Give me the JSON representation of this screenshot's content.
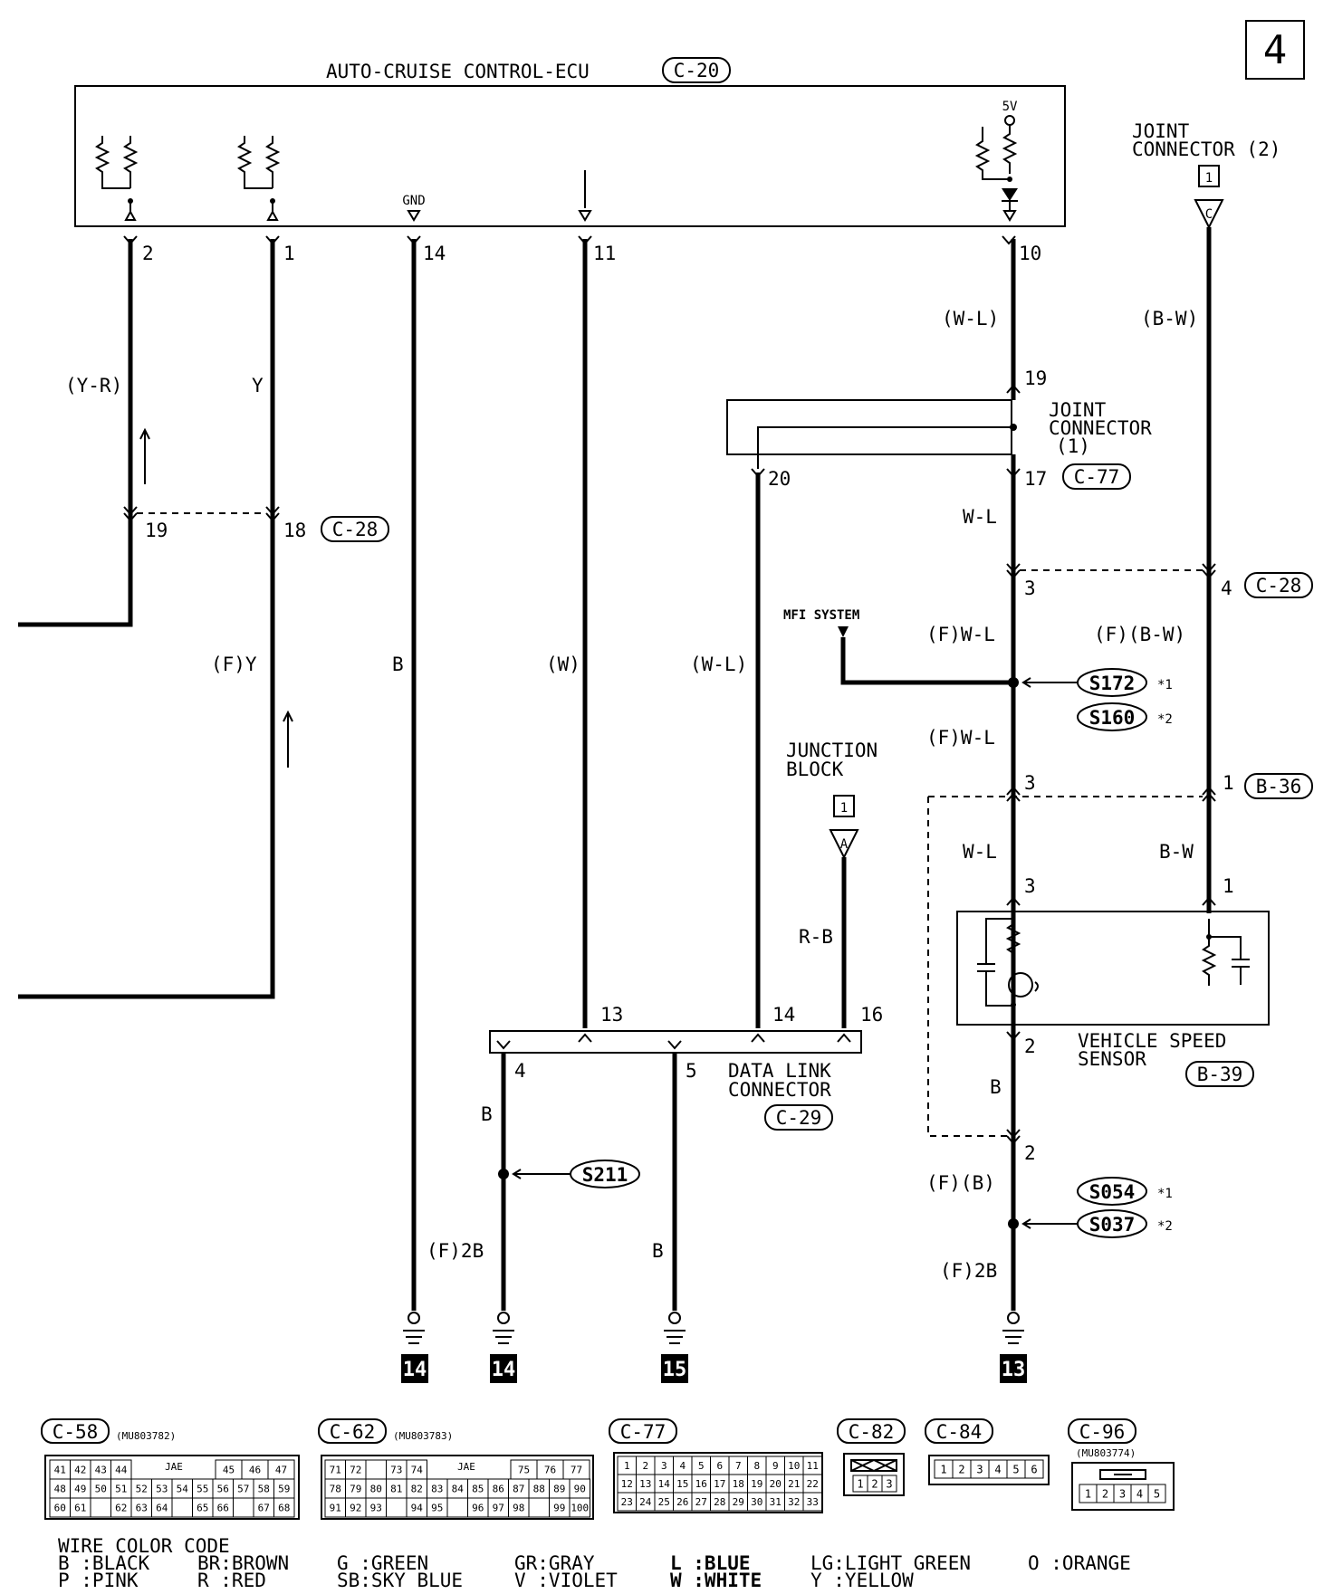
{
  "page_number": "4",
  "ecu": {
    "title": "AUTO-CRUISE CONTROL-ECU",
    "code": "C-20",
    "gnd": "GND",
    "v5": "5V"
  },
  "joint2": {
    "line1": "JOINT",
    "line2": "CONNECTOR (2)",
    "num": "1",
    "letter": "C"
  },
  "joint1": {
    "line1": "JOINT",
    "line2": "CONNECTOR",
    "line3": "(1)",
    "code": "C-77"
  },
  "junction": {
    "line1": "JUNCTION",
    "line2": "BLOCK",
    "num": "1",
    "letter": "A"
  },
  "pins": {
    "p2": "2",
    "p1": "1",
    "p14": "14",
    "p11": "11",
    "p10": "10",
    "j19": "19",
    "j20": "20",
    "j17": "17",
    "c28_19": "19",
    "c28_18": "18",
    "c28_3": "3",
    "c28_4": "4",
    "b36_3": "3",
    "b36_1": "1",
    "vs3": "3",
    "vs1": "1",
    "vs2": "2",
    "gnd2": "2",
    "dl13": "13",
    "dl14": "14",
    "dl16": "16",
    "dl4": "4",
    "dl5": "5"
  },
  "wires": {
    "yr": "(Y-R)",
    "y": "Y",
    "fy": "(F)Y",
    "b1": "B",
    "w": "(W)",
    "wl_dl": "(W-L)",
    "wl_top": "(W-L)",
    "bw_top": "(B-W)",
    "wl2": "W-L",
    "fwl1": "(F)W-L",
    "fbw": "(F)(B-W)",
    "fwl2": "(F)W-L",
    "wl3": "W-L",
    "bw3": "B-W",
    "rb": "R-B",
    "b2": "B",
    "fb": "(F)(B)",
    "f2b_r": "(F)2B",
    "b_dl": "B",
    "f2b_l": "(F)2B",
    "b_dl5": "B"
  },
  "connectors": {
    "c28a": "C-28",
    "c28b": "C-28",
    "b36": "B-36",
    "b39": "B-39",
    "c29": "C-29"
  },
  "mfi": "MFI SYSTEM",
  "splices": {
    "s172": "S172",
    "s160": "S160",
    "s211": "S211",
    "s054": "S054",
    "s037": "S037",
    "star1": "*1",
    "star2": "*2",
    "star1b": "*1",
    "star2b": "*2"
  },
  "vss": {
    "line1": "VEHICLE SPEED",
    "line2": "SENSOR"
  },
  "dlc": {
    "line1": "DATA LINK",
    "line2": "CONNECTOR"
  },
  "grounds": [
    "14",
    "14",
    "15",
    "13"
  ],
  "legend": {
    "c58": {
      "code": "C-58",
      "part": "(MU803782)",
      "label": "JAE",
      "row1": [
        "41",
        "42",
        "43",
        "44",
        "",
        "",
        "45",
        "46",
        "47"
      ],
      "row2": [
        "48",
        "49",
        "50",
        "51",
        "52",
        "53",
        "54",
        "55",
        "56",
        "57",
        "58",
        "59"
      ],
      "row3": [
        "60",
        "61",
        "",
        "62",
        "63",
        "64",
        "",
        "65",
        "66",
        "",
        "67",
        "68"
      ]
    },
    "c62": {
      "code": "C-62",
      "part": "(MU803783)",
      "label": "JAE",
      "row1": [
        "71",
        "72",
        "",
        "73",
        "74",
        "",
        "",
        "75",
        "76",
        "77"
      ],
      "row2": [
        "78",
        "79",
        "80",
        "81",
        "82",
        "83",
        "84",
        "85",
        "86",
        "87",
        "88",
        "89",
        "90"
      ],
      "row3": [
        "91",
        "92",
        "93",
        "",
        "94",
        "95",
        "",
        "96",
        "97",
        "98",
        "",
        "99",
        "100"
      ]
    },
    "c77": {
      "code": "C-77",
      "row1": [
        "1",
        "2",
        "3",
        "4",
        "5",
        "6",
        "7",
        "8",
        "9",
        "10",
        "11"
      ],
      "row2": [
        "12",
        "13",
        "14",
        "15",
        "16",
        "17",
        "18",
        "19",
        "20",
        "21",
        "22"
      ],
      "row3": [
        "23",
        "24",
        "25",
        "26",
        "27",
        "28",
        "29",
        "30",
        "31",
        "32",
        "33"
      ]
    },
    "c82": {
      "code": "C-82",
      "pins": [
        "1",
        "2",
        "3"
      ]
    },
    "c84": {
      "code": "C-84",
      "pins": [
        "1",
        "2",
        "3",
        "4",
        "5",
        "6"
      ]
    },
    "c96": {
      "code": "C-96",
      "part": "(MU803774)",
      "pins": [
        "1",
        "2",
        "3",
        "4",
        "5"
      ]
    }
  },
  "color_code": {
    "title": "WIRE COLOR CODE",
    "row1": [
      "B :BLACK",
      "BR:BROWN",
      "G :GREEN",
      "GR:GRAY",
      "L :BLUE",
      "LG:LIGHT GREEN",
      "O :ORANGE"
    ],
    "row2": [
      "P :PINK",
      "R :RED",
      "SB:SKY BLUE",
      "V :VIOLET",
      "W :WHITE",
      "Y :YELLOW"
    ]
  }
}
